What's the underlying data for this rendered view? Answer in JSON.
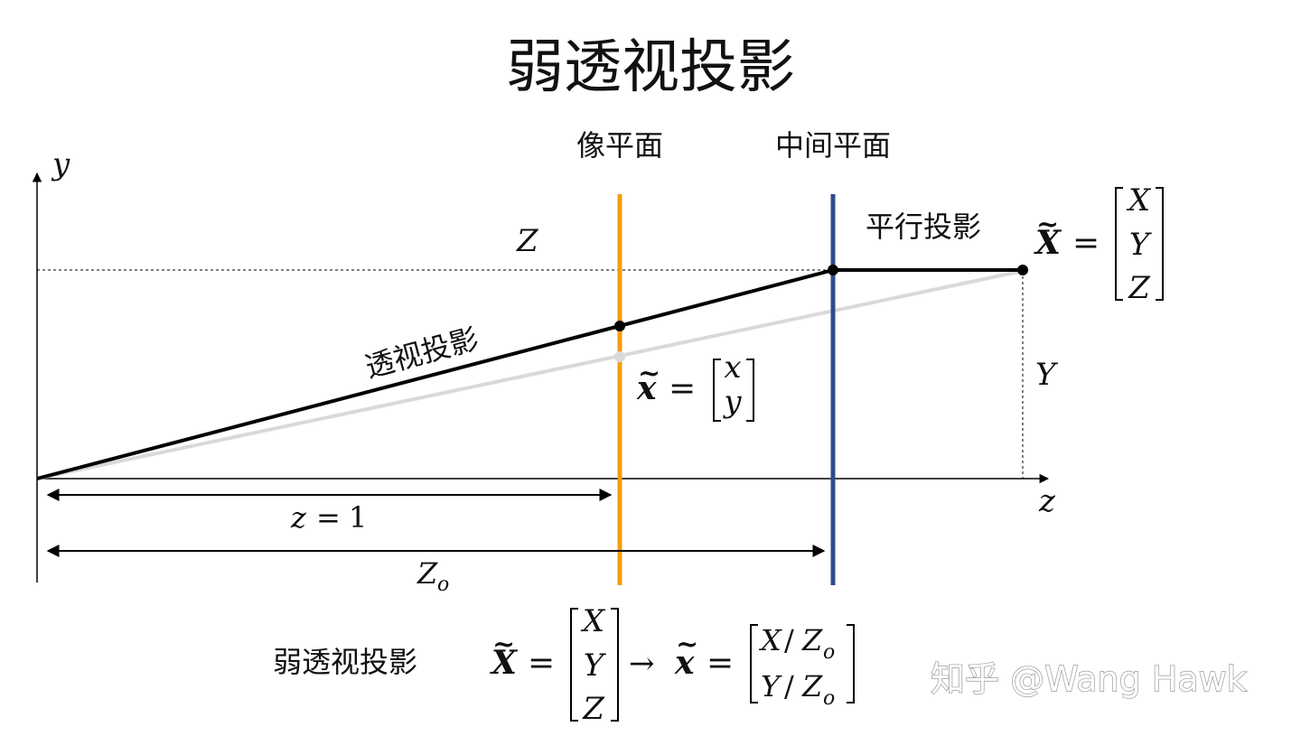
{
  "title": "弱透视投影",
  "labels": {
    "image_plane": "像平面",
    "middle_plane": "中间平面",
    "parallel_projection": "平行投影",
    "perspective_projection": "透视投影",
    "bottom_label": "弱透视投影"
  },
  "axes": {
    "y_label": "y",
    "z_label": "z",
    "Z_height_label": "Z",
    "Y_height_label": "Y"
  },
  "dimensions": {
    "focal": {
      "lhs": "z",
      "eq": "=",
      "rhs": "1"
    },
    "depth": {
      "base": "Z",
      "sub": "o"
    }
  },
  "equations": {
    "world_point": {
      "lhs": "X",
      "tilde": "~",
      "eq": "=",
      "vector": [
        "X",
        "Y",
        "Z"
      ]
    },
    "image_point": {
      "lhs": "x",
      "tilde": "~",
      "eq": "=",
      "vector": [
        "x",
        "y"
      ]
    },
    "bottom": {
      "lhs": "X",
      "tilde": "~",
      "eq": "=",
      "vector": [
        "X",
        "Y",
        "Z"
      ],
      "arrow": "→",
      "rhs": "x",
      "rhs_tilde": "~",
      "rhs_eq": "=",
      "rhs_vector": [
        {
          "num": "X",
          "slash": "/",
          "base": "Z",
          "sub": "o"
        },
        {
          "num": "Y",
          "slash": "/",
          "base": "Z",
          "sub": "o"
        }
      ]
    }
  },
  "watermark": "知乎 @Wang Hawk",
  "colors": {
    "image_plane": "#f39c12",
    "middle_plane": "#2e4d8c",
    "ray": "#000000",
    "true_ray": "#d9d9d9"
  }
}
